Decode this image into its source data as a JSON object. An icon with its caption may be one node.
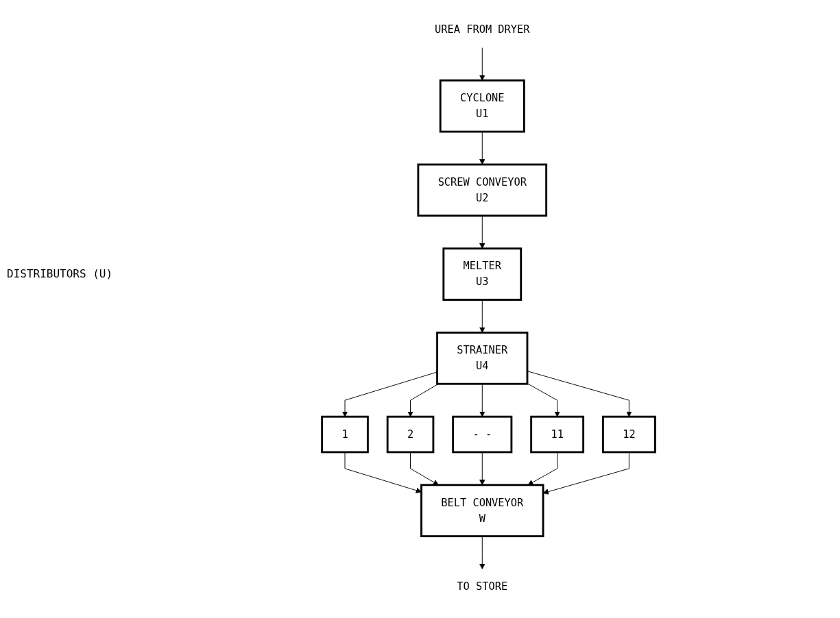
{
  "diagram": {
    "nodes": [
      {
        "text": [
          "UREA FROM DRYER"
        ]
      },
      {
        "text": [
          "CYCLONE",
          "U1"
        ]
      },
      {
        "text": [
          "SCREW CONVEYOR",
          "U2"
        ]
      },
      {
        "text": [
          "MELTER",
          "U3"
        ]
      },
      {
        "text": [
          "STRAINER",
          "U4"
        ]
      },
      {
        "text": [
          "1"
        ]
      },
      {
        "text": [
          "2"
        ]
      },
      {
        "text": [
          "- -"
        ]
      },
      {
        "text": [
          "11"
        ]
      },
      {
        "text": [
          "12"
        ]
      },
      {
        "text": [
          "BELT CONVEYOR",
          "W"
        ]
      },
      {
        "text": [
          "TO STORE"
        ]
      }
    ],
    "edges": [
      {
        "from": 0,
        "to": 1,
        "arrow": "to"
      },
      {
        "from": 1,
        "to": 2,
        "arrow": "to"
      },
      {
        "from": 2,
        "to": 3,
        "arrow": "to"
      },
      {
        "from": 3,
        "to": 4,
        "arrow": "to"
      },
      {
        "from": 4,
        "to": 5,
        "arrow": "to"
      },
      {
        "from": 4,
        "to": 6,
        "arrow": "to"
      },
      {
        "from": 4,
        "to": 7,
        "arrow": "to"
      },
      {
        "from": 4,
        "to": 8,
        "arrow": "to"
      },
      {
        "from": 4,
        "to": 9,
        "arrow": "to"
      },
      {
        "from": 5,
        "to": 10,
        "arrow": "to"
      },
      {
        "from": 6,
        "to": 10,
        "arrow": "to"
      },
      {
        "from": 7,
        "to": 10,
        "arrow": "to"
      },
      {
        "from": 8,
        "to": 10,
        "arrow": "to"
      },
      {
        "from": 9,
        "to": 10,
        "arrow": "to"
      },
      {
        "from": 10,
        "to": 11,
        "arrow": "to"
      }
    ],
    "labels": [
      "DISTRIBUTORS (U)"
    ]
  }
}
